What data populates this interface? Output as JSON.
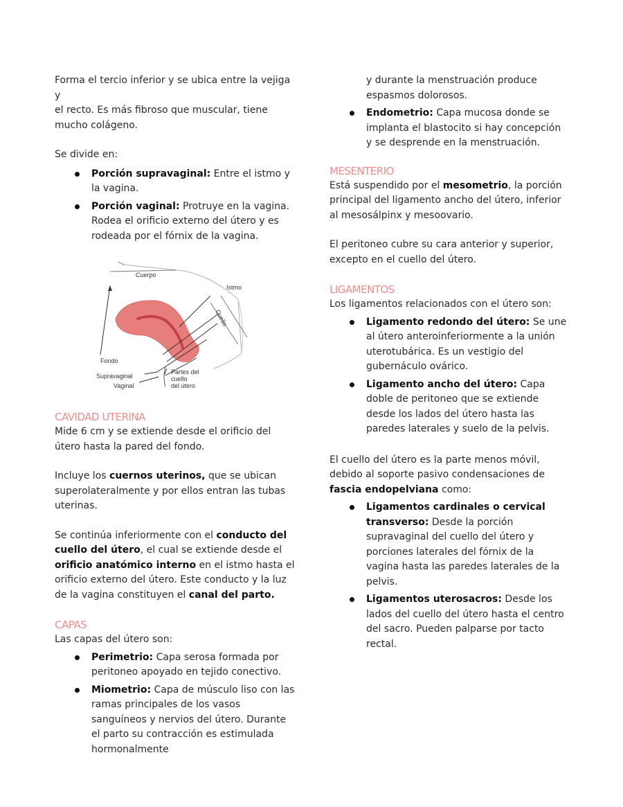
{
  "left": {
    "intro": [
      "Forma el tercio inferior y se ubica entre la vejiga y",
      "el recto. Es más fibroso que muscular, tiene",
      "mucho colágeno."
    ],
    "divide_label": "Se divide en:",
    "portions": [
      {
        "term": "Porción supravaginal:",
        "text": " Entre el istmo y la vagina."
      },
      {
        "term": "Porción vaginal:",
        "text": " Protruye en la vagina. Rodea el orificio externo del útero y es rodeada por el fórnix de la vagina."
      }
    ],
    "figure": {
      "labels": {
        "cuerpo": "Cuerpo",
        "istmo": "Istmo",
        "cuello": "Cuello",
        "fondo": "Fondo",
        "supravaginal": "Supravaginal",
        "vaginal": "Vaginal",
        "partes": "Partes del",
        "cuello2": "cuello",
        "del_utero": "del útero"
      },
      "color_uterus": "#e87e7b"
    },
    "cavidad": {
      "heading": "CAVIDAD UTERINA",
      "p1": "Mide 6 cm y se extiende desde el orificio del útero hasta la pared del fondo.",
      "p2_a": "Incluye los ",
      "p2_b": "cuernos uterinos,",
      "p2_c": " que se ubican superolateralmente y por ellos entran las tubas uterinas.",
      "p3_a": "Se continúa inferiormente con el ",
      "p3_b": "conducto del cuello del útero",
      "p3_c": ", el cual se extiende desde el ",
      "p3_d": "orificio anatómico interno",
      "p3_e": " en el istmo hasta el orificio externo del útero. Este conducto y la luz de la vagina constituyen el ",
      "p3_f": "canal del parto."
    },
    "capas": {
      "heading": "CAPAS",
      "intro": "Las capas del útero son:",
      "items": [
        {
          "term": "Perimetrio:",
          "text": " Capa serosa formada por peritoneo apoyado en tejido conectivo."
        },
        {
          "term": "Miometrio:",
          "text": " Capa de músculo liso con las ramas principales de los vasos sanguíneos y nervios del útero. Durante el parto su contracción es estimulada hormonalmente"
        }
      ]
    }
  },
  "right": {
    "miometrio_cont": "y durante la menstruación produce espasmos dolorosos.",
    "endometrio": {
      "term": "Endometrio:",
      "text": " Capa mucosa donde se implanta el blastocito si hay concepción y se desprende en la menstruación."
    },
    "mesenterio": {
      "heading": "MESENTERIO",
      "p1_a": "Está suspendido por el ",
      "p1_b": "mesometrio",
      "p1_c": ", la porción principal del ligamento ancho del útero, inferior al mesosálpinx y mesoovario.",
      "p2": "El peritoneo cubre su cara anterior y superior, excepto en el cuello del útero."
    },
    "ligamentos": {
      "heading": "LIGAMENTOS",
      "intro": "Los ligamentos relacionados con el útero son:",
      "items": [
        {
          "term": "Ligamento redondo del útero:",
          "text": " Se une al útero anteroinferiormente a la unión uterotubárica. Es un vestigio del gubernáculo ovárico."
        },
        {
          "term": "Ligamento ancho del útero:",
          "text": " Capa doble de peritoneo que se extiende desde los lados del útero hasta las paredes laterales y suelo de la pelvis."
        }
      ],
      "p2_a": "El cuello del útero es la parte menos móvil, debido al soporte pasivo condensaciones de ",
      "p2_b": "fascia endopelviana",
      "p2_c": " como:",
      "items2": [
        {
          "term": "Ligamentos cardinales o cervical transverso:",
          "text": " Desde la porción supravaginal del cuello del útero y porciones laterales del fórnix de la vagina hasta las paredes laterales de la pelvis."
        },
        {
          "term": "Ligamentos uterosacros:",
          "text": " Desde los lados del cuello del útero hasta el centro del sacro. Pueden palparse por tacto rectal."
        }
      ]
    }
  }
}
